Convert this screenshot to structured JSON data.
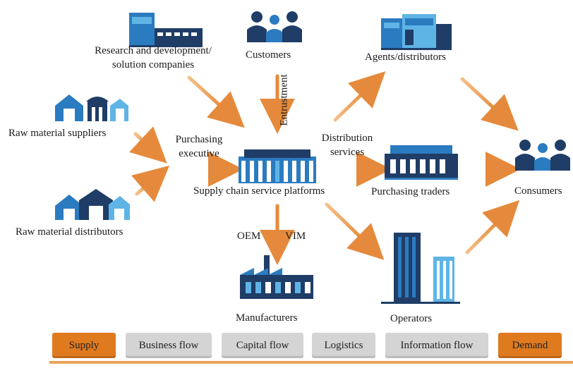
{
  "nodes": {
    "rnd": "Research and development/\nsolution companies",
    "customers": "Customers",
    "agents": "Agents/distributors",
    "raw_suppliers": "Raw material suppliers",
    "raw_distributors": "Raw material distributors",
    "platform": "Supply chain service platforms",
    "traders": "Purchasing traders",
    "consumers": "Consumers",
    "manufacturers": "Manufacturers",
    "operators": "Operators"
  },
  "edge_labels": {
    "purchasing": "Purchasing\nexecutive",
    "entrustment": "Entrustment",
    "distribution": "Distribution\nservices",
    "oem": "OEM",
    "vim": "VIM"
  },
  "flows": [
    "Supply",
    "Business flow",
    "Capital flow",
    "Logistics",
    "Information flow",
    "Demand"
  ],
  "colors": {
    "arrow": "#e58a3c",
    "icon_dark": "#1f3d66",
    "icon_mid": "#2b7bc0",
    "icon_light": "#5fb4e6",
    "flow_orange": "#e07a1f",
    "flow_gray": "#d4d4d4"
  }
}
